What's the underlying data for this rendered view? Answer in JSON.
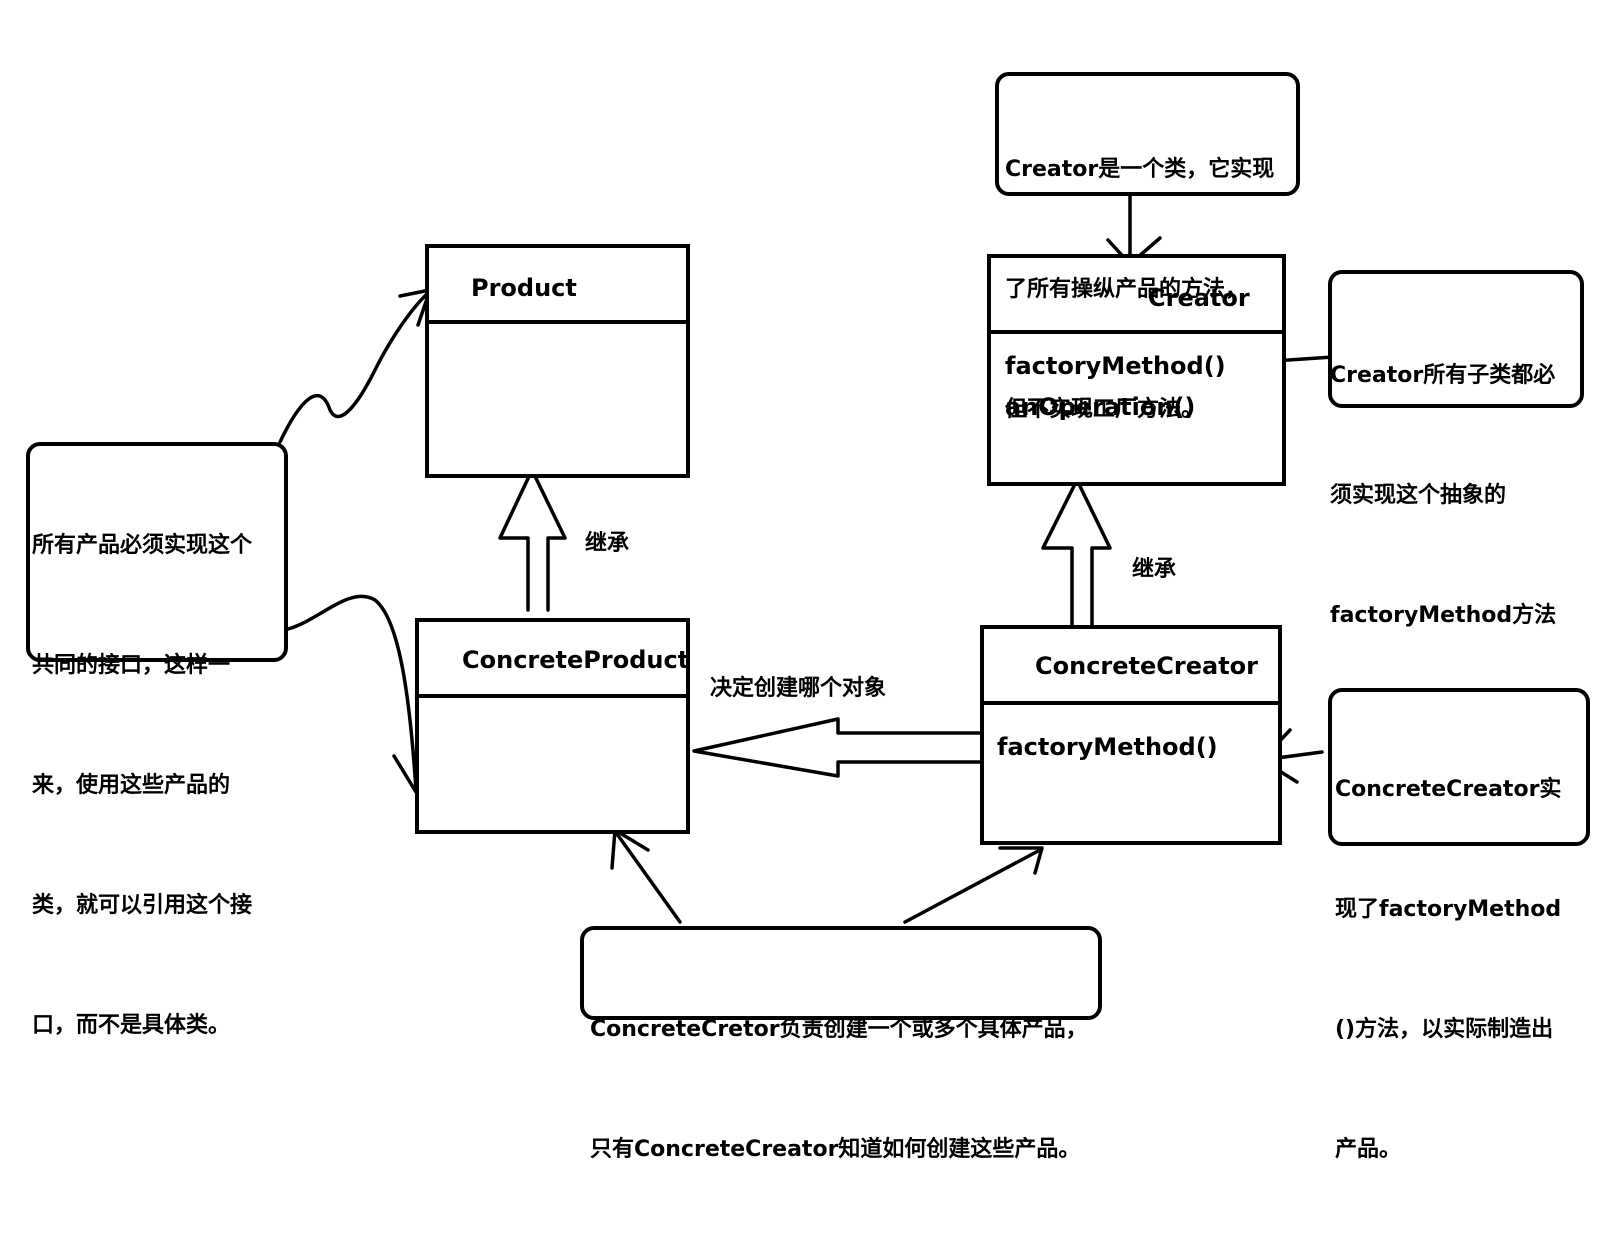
{
  "classes": {
    "product": {
      "name": "Product"
    },
    "concrete_product": {
      "name": "ConcreteProduct"
    },
    "creator": {
      "name": "Creator",
      "methods": [
        "factoryMethod()",
        "anOperation()"
      ]
    },
    "concrete_creator": {
      "name": "ConcreteCreator",
      "methods": [
        "factoryMethod()"
      ]
    }
  },
  "labels": {
    "product_inherit": "继承",
    "creator_inherit": "继承",
    "decides": "决定创建哪个对象"
  },
  "notes": {
    "creator_note": [
      "Creator是一个类，它实现",
      "了所有操纵产品的方法，",
      "但不实现工厂方法。"
    ],
    "subclass_note": [
      "Creator所有子类都必",
      "须实现这个抽象的",
      "factoryMethod方法"
    ],
    "product_note": [
      "所有产品必须实现这个",
      "共同的接口，这样一",
      "来，使用这些产品的",
      "类，就可以引用这个接",
      "口，而不是具体类。"
    ],
    "concrete_creator_note": [
      "ConcreteCreator实",
      "现了factoryMethod",
      "()方法，以实际制造出",
      "产品。"
    ],
    "bottom_note": [
      "ConcreteCretor负责创建一个或多个具体产品，",
      "只有ConcreteCreator知道如何创建这些产品。"
    ]
  }
}
